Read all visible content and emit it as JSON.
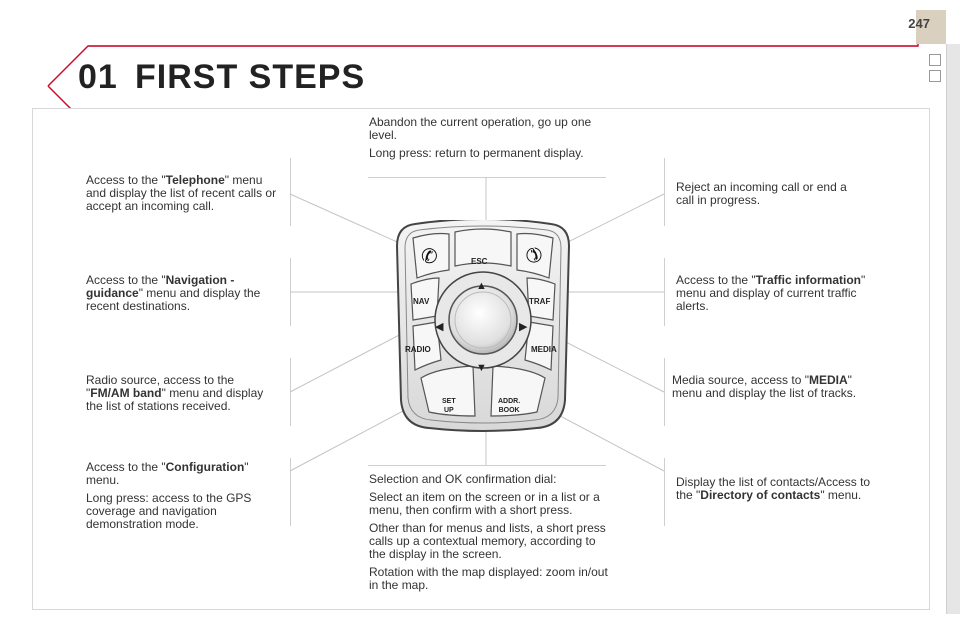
{
  "page": {
    "number": "247"
  },
  "header": {
    "section_number": "01",
    "title": "FIRST STEPS"
  },
  "annotations": {
    "esc": {
      "line1": "Abandon the current operation, go up one level.",
      "line2": "Long press: return to permanent display."
    },
    "telephone": {
      "pre": "Access to the \"",
      "bold": "Telephone",
      "post": "\" menu and display the list of recent calls or accept an incoming call."
    },
    "reject": {
      "text": "Reject an incoming call or end a call in progress."
    },
    "navigation": {
      "pre": "Access to the \"",
      "bold": "Navigation - guidance",
      "post": "\" menu and display the recent destinations."
    },
    "traffic": {
      "pre": "Access to the \"",
      "bold": "Traffic information",
      "post": "\" menu and display of current traffic alerts."
    },
    "radio": {
      "pre": "Radio source, access to the \"",
      "bold": "FM/AM band",
      "post": "\" menu and display the list of stations received."
    },
    "media": {
      "pre": "Media source, access to \"",
      "bold": "MEDIA",
      "post": "\" menu and display the list of tracks."
    },
    "configuration": {
      "pre": "Access to the \"",
      "bold": "Configuration",
      "post": "\" menu.",
      "line2": "Long press: access to the GPS coverage and navigation demonstration mode."
    },
    "dial": {
      "p1": "Selection and OK confirmation dial:",
      "p2": "Select an item on the screen or in a list or a menu, then confirm with a short press.",
      "p3": "Other than for menus and lists, a short press calls up a contextual memory, according to the display in the screen.",
      "p4": "Rotation with the map displayed: zoom in/out in the map."
    },
    "contacts": {
      "pre": "Display the list of contacts/Access to the \"",
      "bold": "Directory of contacts",
      "post": "\" menu."
    }
  },
  "device": {
    "esc": "ESC",
    "nav": "NAV",
    "traf": "TRAF",
    "radio": "RADIO",
    "media": "MEDIA",
    "set_line1": "SET",
    "set_line2": "UP",
    "addr_line1": "ADDR.",
    "addr_line2": "BOOK"
  },
  "colors": {
    "accent_line": "#c8102e",
    "section_tab": "#d9d0c0"
  }
}
